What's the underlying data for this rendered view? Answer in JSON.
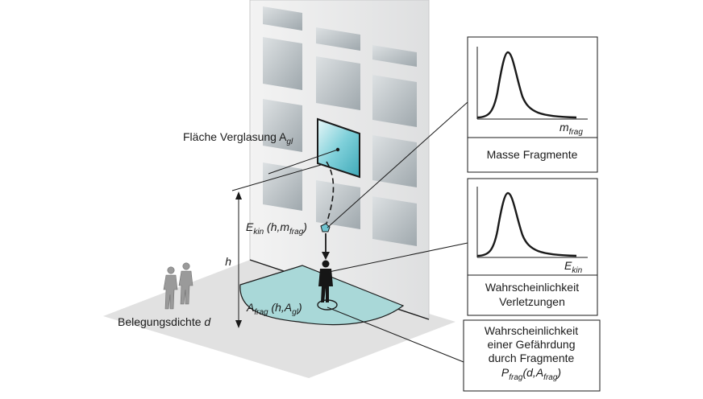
{
  "labels": {
    "glazing_area": {
      "main": "Fläche Verglasung A",
      "sub": "gl"
    },
    "kinetic_energy": {
      "e": "E",
      "e_sub": "kin",
      "args_open": " (h,m",
      "m_sub": "frag",
      "args_close": ")"
    },
    "height": "h",
    "fragment_area": {
      "a": "A",
      "a_sub": "frag",
      "args_open": " (h,A",
      "g_sub": "gl",
      "args_close": ")"
    },
    "occupancy_density": {
      "main": "Belegungsdichte ",
      "var": "d"
    }
  },
  "panels": [
    {
      "axis_label": "m",
      "axis_sub": "frag",
      "caption_lines": [
        "Masse Fragmente"
      ]
    },
    {
      "axis_label": "E",
      "axis_sub": "kin",
      "caption_lines": [
        "Wahrscheinlichkeit",
        "Verletzungen"
      ]
    }
  ],
  "result_box": {
    "lines": [
      "Wahrscheinlichkeit",
      "einer Gefährdung",
      "durch Fragmente"
    ],
    "formula": {
      "p": "P",
      "p_sub": "frag",
      "args_open": "(d,A",
      "a_sub": "frag",
      "args_close": ")"
    }
  },
  "colors": {
    "facade": "#e9eaeb",
    "window": "#bcc4c8",
    "glazing": "#6fc3cf",
    "impact_zone": "#a9d8d8",
    "ground": "#e1e1e1",
    "line": "#1a1a1a"
  }
}
